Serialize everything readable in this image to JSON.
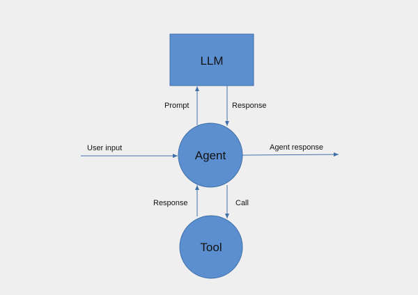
{
  "colors": {
    "background": "#efefef",
    "node_fill": "#5b8fd0",
    "node_stroke": "#3f6fa8",
    "edge": "#3f6fa8",
    "text": "#111111"
  },
  "nodes": {
    "llm": {
      "label": "LLM",
      "shape": "rectangle"
    },
    "agent": {
      "label": "Agent",
      "shape": "circle"
    },
    "tool": {
      "label": "Tool",
      "shape": "circle"
    }
  },
  "edges": {
    "prompt": {
      "label": "Prompt",
      "from": "Agent",
      "to": "LLM"
    },
    "llm_response": {
      "label": "Response",
      "from": "LLM",
      "to": "Agent"
    },
    "user_input": {
      "label": "User input",
      "from": "",
      "to": "Agent"
    },
    "agent_response": {
      "label": "Agent response",
      "from": "Agent",
      "to": ""
    },
    "call": {
      "label": "Call",
      "from": "Agent",
      "to": "Tool"
    },
    "tool_response": {
      "label": "Response",
      "from": "Tool",
      "to": "Agent"
    }
  }
}
